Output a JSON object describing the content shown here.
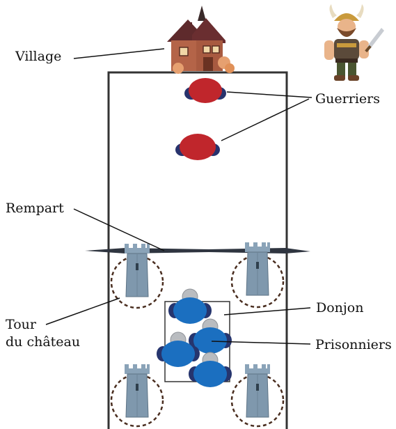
{
  "labels": {
    "village": "Village",
    "guerriers": "Guerriers",
    "rempart": "Rempart",
    "tour_line1": "Tour",
    "tour_line2": "du château",
    "donjon": "Donjon",
    "prisonniers": "Prisonniers"
  },
  "icons": {
    "village": "village-house-icon",
    "warrior": "viking-warrior-icon",
    "tower": "castle-tower-icon",
    "guerrier": "red-guerrier-token",
    "prisonnier": "blue-prisonnier-token"
  },
  "colors": {
    "outline": "#333333",
    "guerrier_fill": "#c0262c",
    "guerrier_shoulder": "#28336d",
    "prisonnier_fill": "#1b6fc0",
    "prisonnier_shoulder": "#26356e",
    "prisonnier_head": "#b9bcc0",
    "tower_stone": "#7f98ad",
    "tower_zone_ring": "#4a2e20",
    "house_wall": "#b46448",
    "house_roof": "#5e2a2c"
  }
}
